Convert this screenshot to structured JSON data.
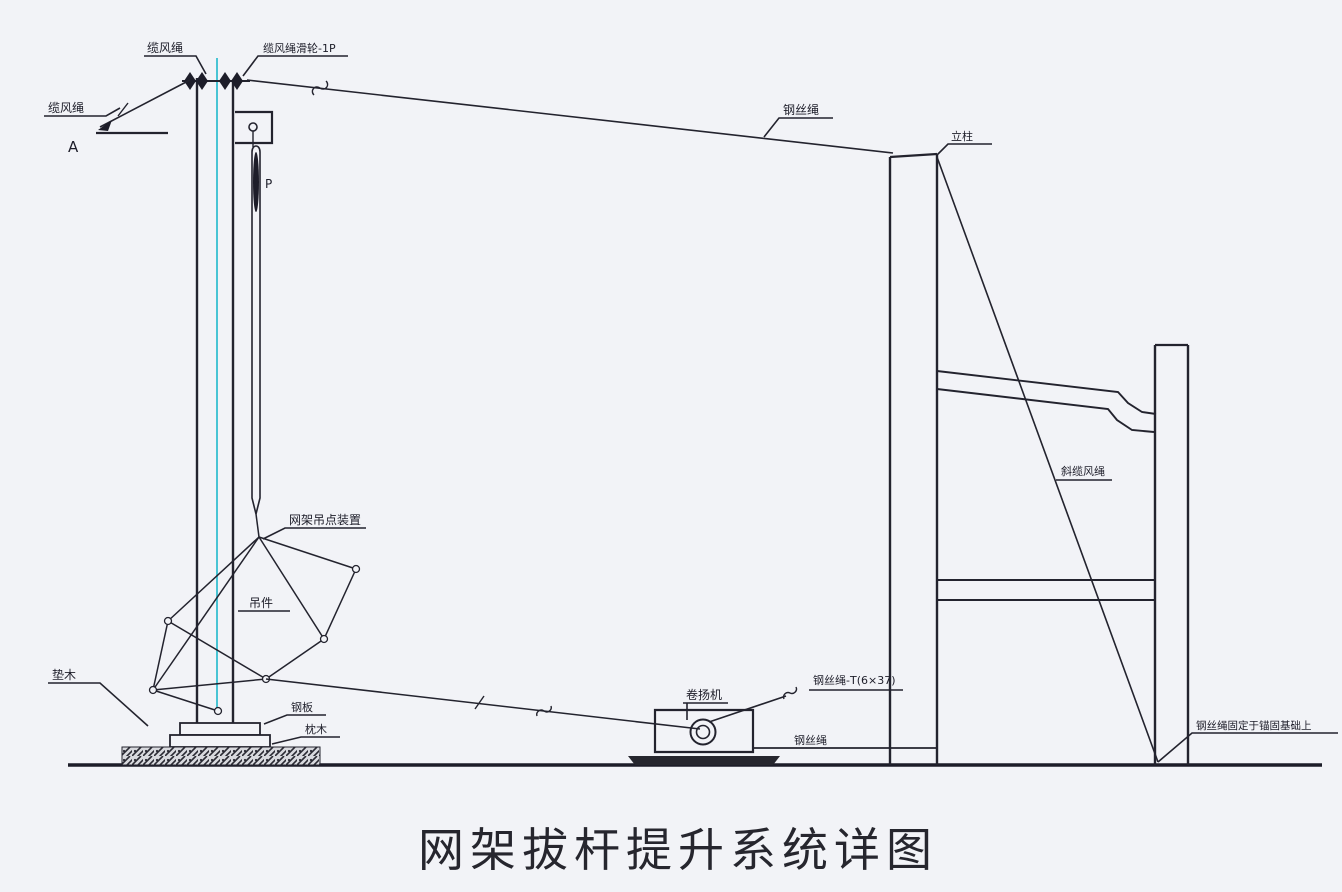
{
  "title": {
    "text": "网架拔杆提升系统详图"
  },
  "colors": {
    "line": "#23232e",
    "mast_centerline": "#49c4d4",
    "background": "#f2f3f7",
    "title": "#26262e"
  },
  "labels": {
    "guy_rope_top": "缆风绳",
    "guy_rope_pulley": "缆风绳滑轮-1P",
    "guy_rope_left": "缆风绳",
    "detail_mark_a": "A",
    "hoist_mark_p": "P",
    "wire_rope_top": "钢丝绳",
    "column_top": "立柱",
    "truss_lift_device": "网架吊点装置",
    "hanger": "吊件",
    "pad_timber": "垫木",
    "steel_plate": "钢板",
    "sleeper": "枕木",
    "winch": "卷扬机",
    "wire_rope_t": "钢丝绳-T(6×37)",
    "wire_rope_ground": "钢丝绳",
    "inclined_guy_rope": "斜缆风绳",
    "anchor_note": "钢丝绳固定于锚固基础上"
  }
}
